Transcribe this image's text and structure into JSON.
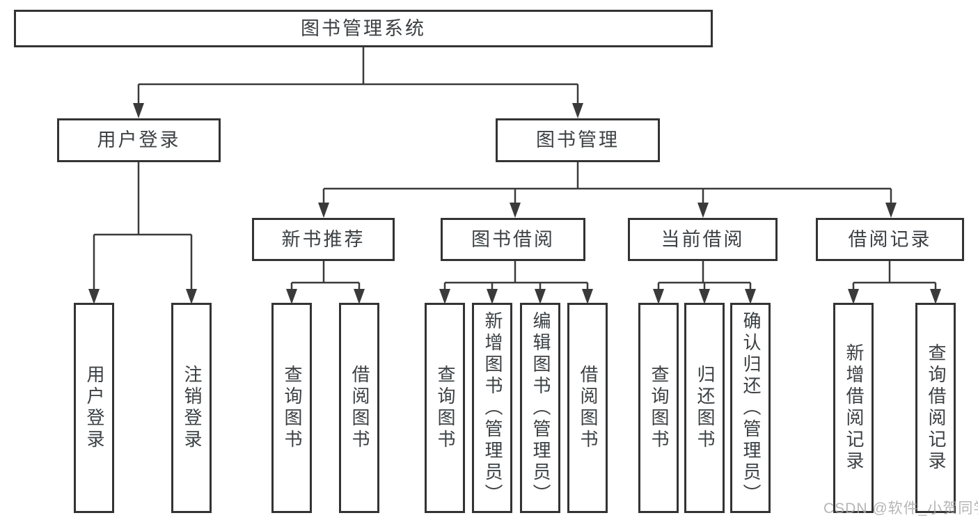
{
  "nodes": {
    "root": {
      "label": "图书管理系统"
    },
    "branches": [
      {
        "label": "用户登录",
        "leaves": [
          {
            "label": "用户登录"
          },
          {
            "label": "注销登录"
          }
        ]
      },
      {
        "label": "图书管理",
        "sections": [
          {
            "label": "新书推荐",
            "leaves": [
              {
                "label": "查询图书"
              },
              {
                "label": "借阅图书"
              }
            ]
          },
          {
            "label": "图书借阅",
            "leaves": [
              {
                "label": "查询图书"
              },
              {
                "label": "新增图书（管理员）"
              },
              {
                "label": "编辑图书（管理员）"
              },
              {
                "label": "借阅图书"
              }
            ]
          },
          {
            "label": "当前借阅",
            "leaves": [
              {
                "label": "查询图书"
              },
              {
                "label": "归还图书"
              },
              {
                "label": "确认归还（管理员）"
              }
            ]
          },
          {
            "label": "借阅记录",
            "leaves": [
              {
                "label": "新增借阅记录"
              },
              {
                "label": "查询借阅记录"
              }
            ]
          }
        ]
      }
    ]
  },
  "watermark": {
    "text": "CSDN @软件_小贺同学"
  },
  "colors": {
    "line": "#3a3a3a",
    "border": "#333333",
    "text": "#3c4043",
    "background": "#ffffff",
    "watermark": "#a8a8a8"
  }
}
